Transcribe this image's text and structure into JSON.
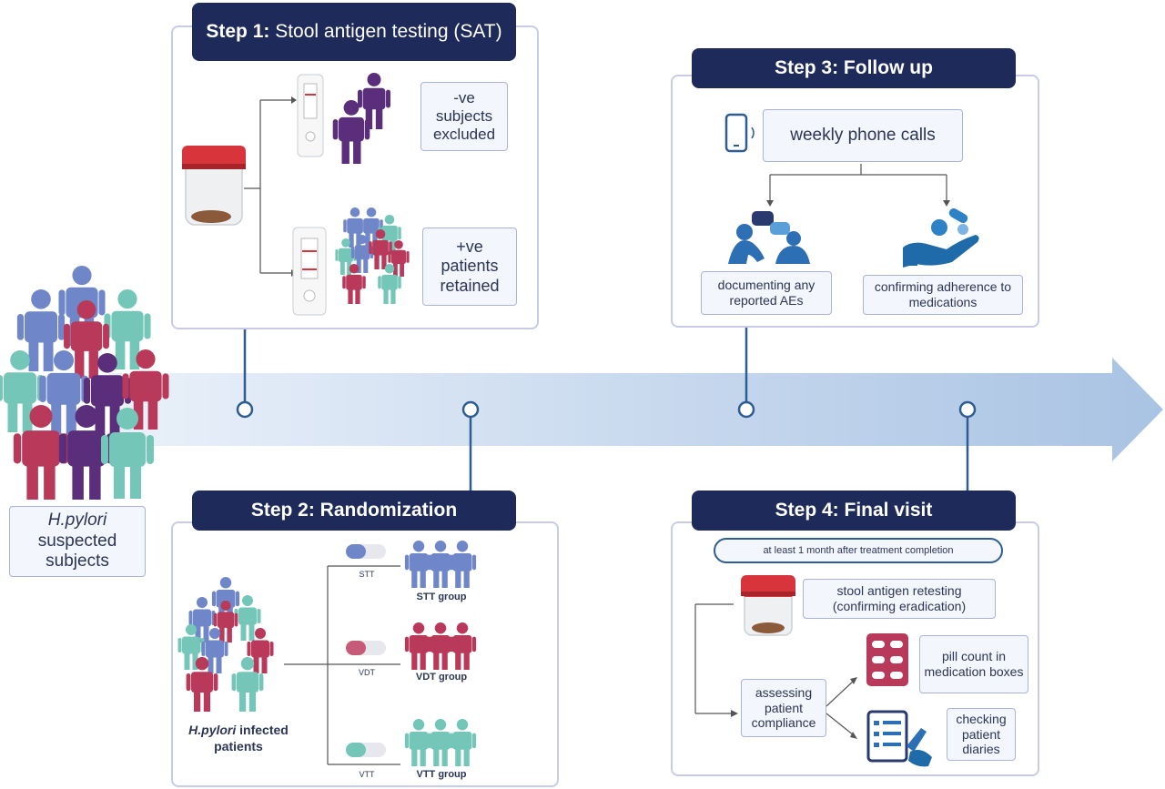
{
  "subjects": {
    "label_italic": "H.pylori",
    "label_rest": "suspected subjects"
  },
  "step1": {
    "title_bold": "Step 1:",
    "title_rest": "Stool antigen testing (SAT)",
    "negative_label": "-ve subjects excluded",
    "positive_label": "+ve patients retained"
  },
  "step2": {
    "title": "Step 2: Randomization",
    "infected_italic": "H.pylori",
    "infected_rest": "infected patients",
    "arms": [
      {
        "pill": "STT",
        "group": "STT group"
      },
      {
        "pill": "VDT",
        "group": "VDT group"
      },
      {
        "pill": "VTT",
        "group": "VTT group"
      }
    ]
  },
  "step3": {
    "title": "Step 3: Follow up",
    "calls": "weekly phone calls",
    "ae": "documenting any reported AEs",
    "adherence": "confirming adherence to medications"
  },
  "step4": {
    "title": "Step 4: Final visit",
    "timing": "at least 1 month after treatment completion",
    "retest": "stool antigen retesting (confirming eradication)",
    "compliance": "assessing patient compliance",
    "pill_count": "pill count in medication boxes",
    "diaries": "checking patient diaries"
  },
  "colors": {
    "navy": "#1e2a5a",
    "blue_person": "#6f86c9",
    "red_person": "#b8395a",
    "teal_person": "#74c7b8",
    "purple_person": "#5a2e7a",
    "arrow": "#c7d8ee"
  }
}
